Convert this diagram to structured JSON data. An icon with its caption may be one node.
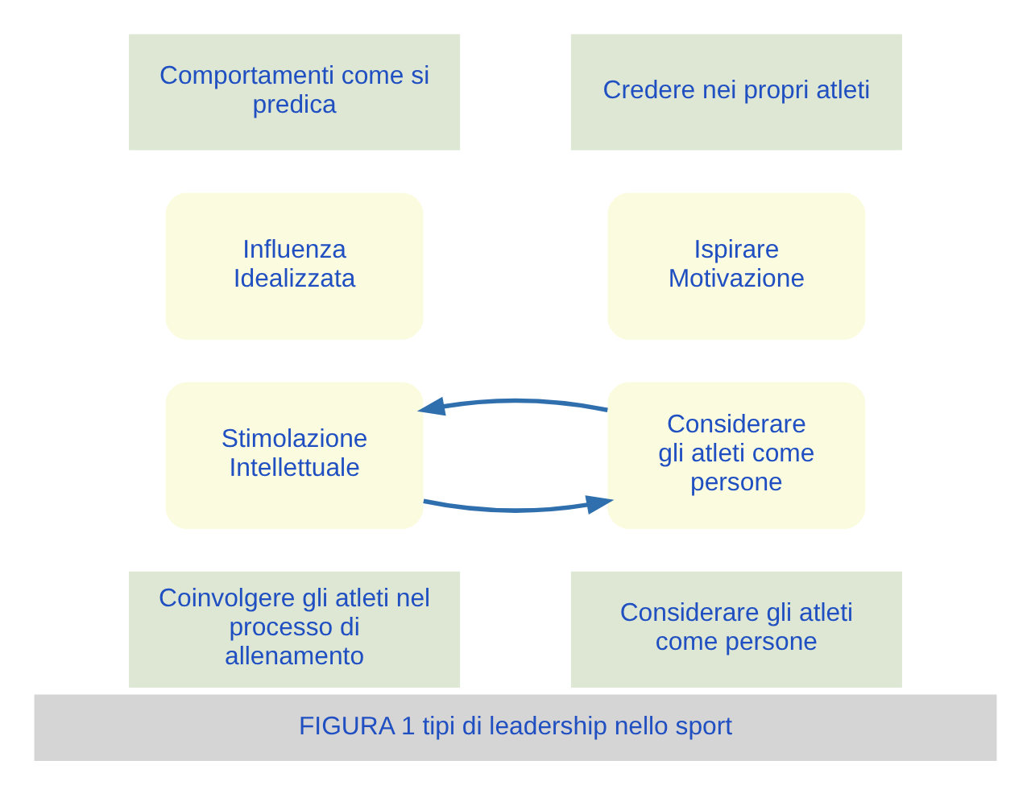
{
  "diagram": {
    "caption": "FIGURA 1 tipi di leadership nello sport",
    "nodes": [
      {
        "text": [
          "Comportamenti come si predica"
        ]
      },
      {
        "text": [
          "Credere nei propri atleti"
        ]
      },
      {
        "text": [
          "Influenza Idealizzata"
        ]
      },
      {
        "text": [
          "Ispirare Motivazione"
        ]
      },
      {
        "text": [
          "Stimolazione Intellettuale"
        ]
      },
      {
        "text": [
          "Considerare gli atleti come persone"
        ]
      },
      {
        "text": [
          "Coinvolgere gli atleti nel processo di allenamento"
        ]
      },
      {
        "text": [
          "Considerare gli atleti come persone"
        ]
      }
    ],
    "edges": [
      {
        "from": 4,
        "to": 5,
        "arrow": "to"
      },
      {
        "from": 5,
        "to": 4,
        "arrow": "to"
      }
    ]
  }
}
